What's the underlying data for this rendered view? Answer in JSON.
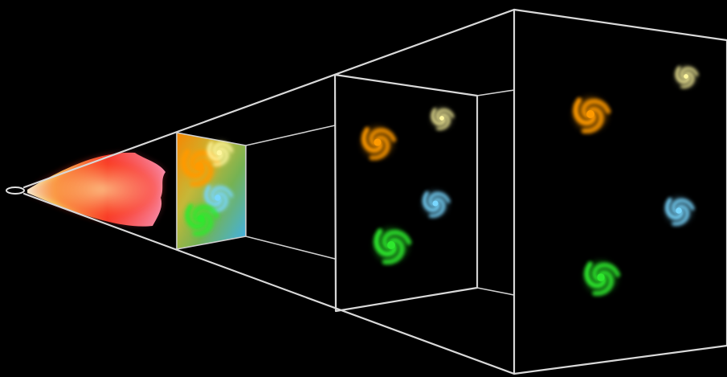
{
  "diagram": {
    "title": "",
    "stages": [
      {
        "id": "origin-point"
      },
      {
        "id": "early-hot-cone"
      },
      {
        "id": "colored-galaxy-panel"
      },
      {
        "id": "middle-galaxy-panel"
      },
      {
        "id": "final-galaxy-panel"
      }
    ],
    "galaxies": [
      {
        "name": "orange-galaxy-1",
        "color": "#ff9a00"
      },
      {
        "name": "yellow-galaxy-1",
        "color": "#fff7a0"
      },
      {
        "name": "blue-galaxy-1",
        "color": "#79d7ff"
      },
      {
        "name": "green-galaxy-1",
        "color": "#2ee82e"
      },
      {
        "name": "orange-galaxy-2",
        "color": "#ff9a00"
      },
      {
        "name": "yellow-galaxy-2",
        "color": "#fff7a0"
      },
      {
        "name": "blue-galaxy-2",
        "color": "#79d7ff"
      },
      {
        "name": "green-galaxy-2",
        "color": "#2ee82e"
      }
    ],
    "colors": {
      "background": "#000000",
      "outline": "#d8d8d8",
      "hot_core": "#fff56a",
      "hot_edge": "#ff2a2a",
      "panel_gradient_left": "#ff8b00",
      "panel_gradient_right": "#3cb6ff"
    }
  }
}
